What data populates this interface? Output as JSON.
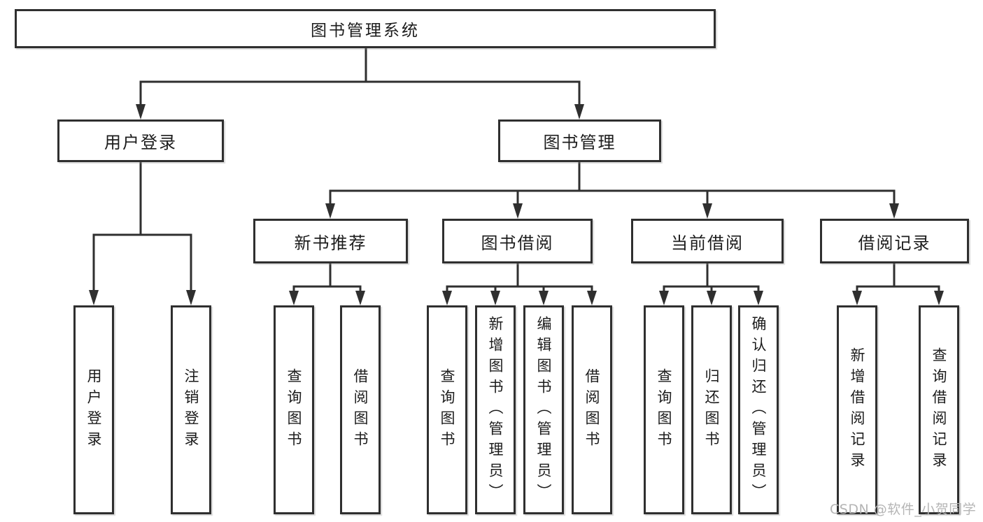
{
  "tree": {
    "root": "图书管理系统",
    "branches": [
      {
        "label": "用户登录",
        "leaves": [
          "用户登录",
          "注销登录"
        ]
      },
      {
        "label": "图书管理",
        "groups": [
          {
            "label": "新书推荐",
            "leaves": [
              "查询图书",
              "借阅图书"
            ]
          },
          {
            "label": "图书借阅",
            "leaves": [
              "查询图书",
              "新增图书（管理员）",
              "编辑图书（管理员）",
              "借阅图书"
            ]
          },
          {
            "label": "当前借阅",
            "leaves": [
              "查询图书",
              "归还图书",
              "确认归还（管理员）"
            ]
          },
          {
            "label": "借阅记录",
            "leaves": [
              "新增借阅记录",
              "查询借阅记录"
            ]
          }
        ]
      }
    ]
  },
  "watermark": "CSDN @软件_小贺同学",
  "colors": {
    "line": "#2f2f2f",
    "text": "#1c1c1c",
    "box_fill": "#ffffff",
    "watermark": "#b5b5b5"
  }
}
